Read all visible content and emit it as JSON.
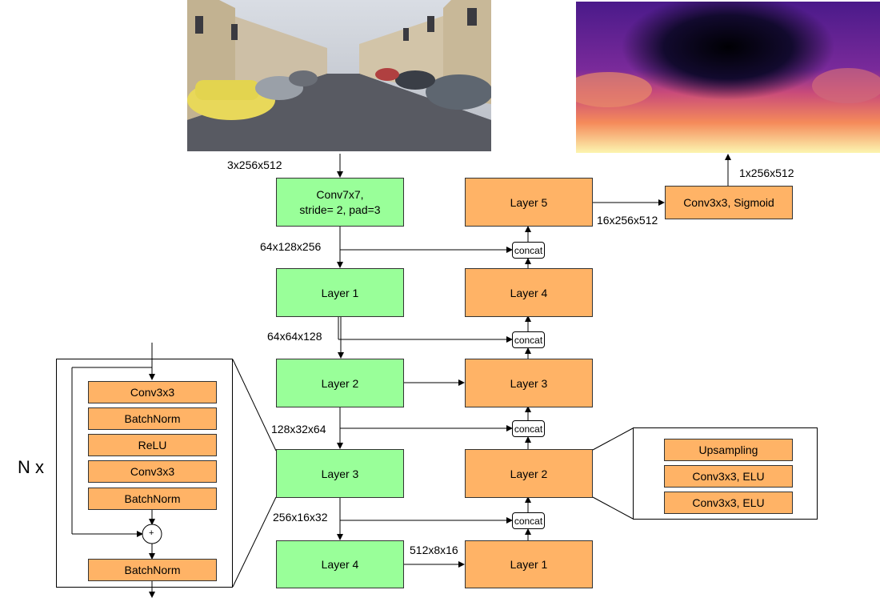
{
  "colors": {
    "encoder": "#99ff99",
    "decoder": "#ffb366"
  },
  "input_image": {
    "icon": "street-photo",
    "shape": "3x256x512"
  },
  "output_image": {
    "icon": "depth-map",
    "shape": "1x256x512"
  },
  "encoder": {
    "conv": "Conv7x7,\nstride= 2, pad=3",
    "layers": [
      "Layer 1",
      "Layer 2",
      "Layer 3",
      "Layer 4"
    ],
    "shapes": [
      "64x128x256",
      "64x64x128",
      "128x32x64",
      "256x16x32",
      "512x8x16"
    ]
  },
  "decoder": {
    "layers": [
      "Layer 1",
      "Layer 2",
      "Layer 3",
      "Layer 4",
      "Layer 5"
    ],
    "final_conv": "Conv3x3, Sigmoid",
    "final_shape": "16x256x512",
    "concat_label": "concat"
  },
  "res_block": {
    "repeat": "N x",
    "ops": [
      "Conv3x3",
      "BatchNorm",
      "ReLU",
      "Conv3x3",
      "BatchNorm"
    ],
    "sum_symbol": "+",
    "final_op": "BatchNorm"
  },
  "up_block": {
    "ops": [
      "Upsampling",
      "Conv3x3, ELU",
      "Conv3x3, ELU"
    ]
  }
}
